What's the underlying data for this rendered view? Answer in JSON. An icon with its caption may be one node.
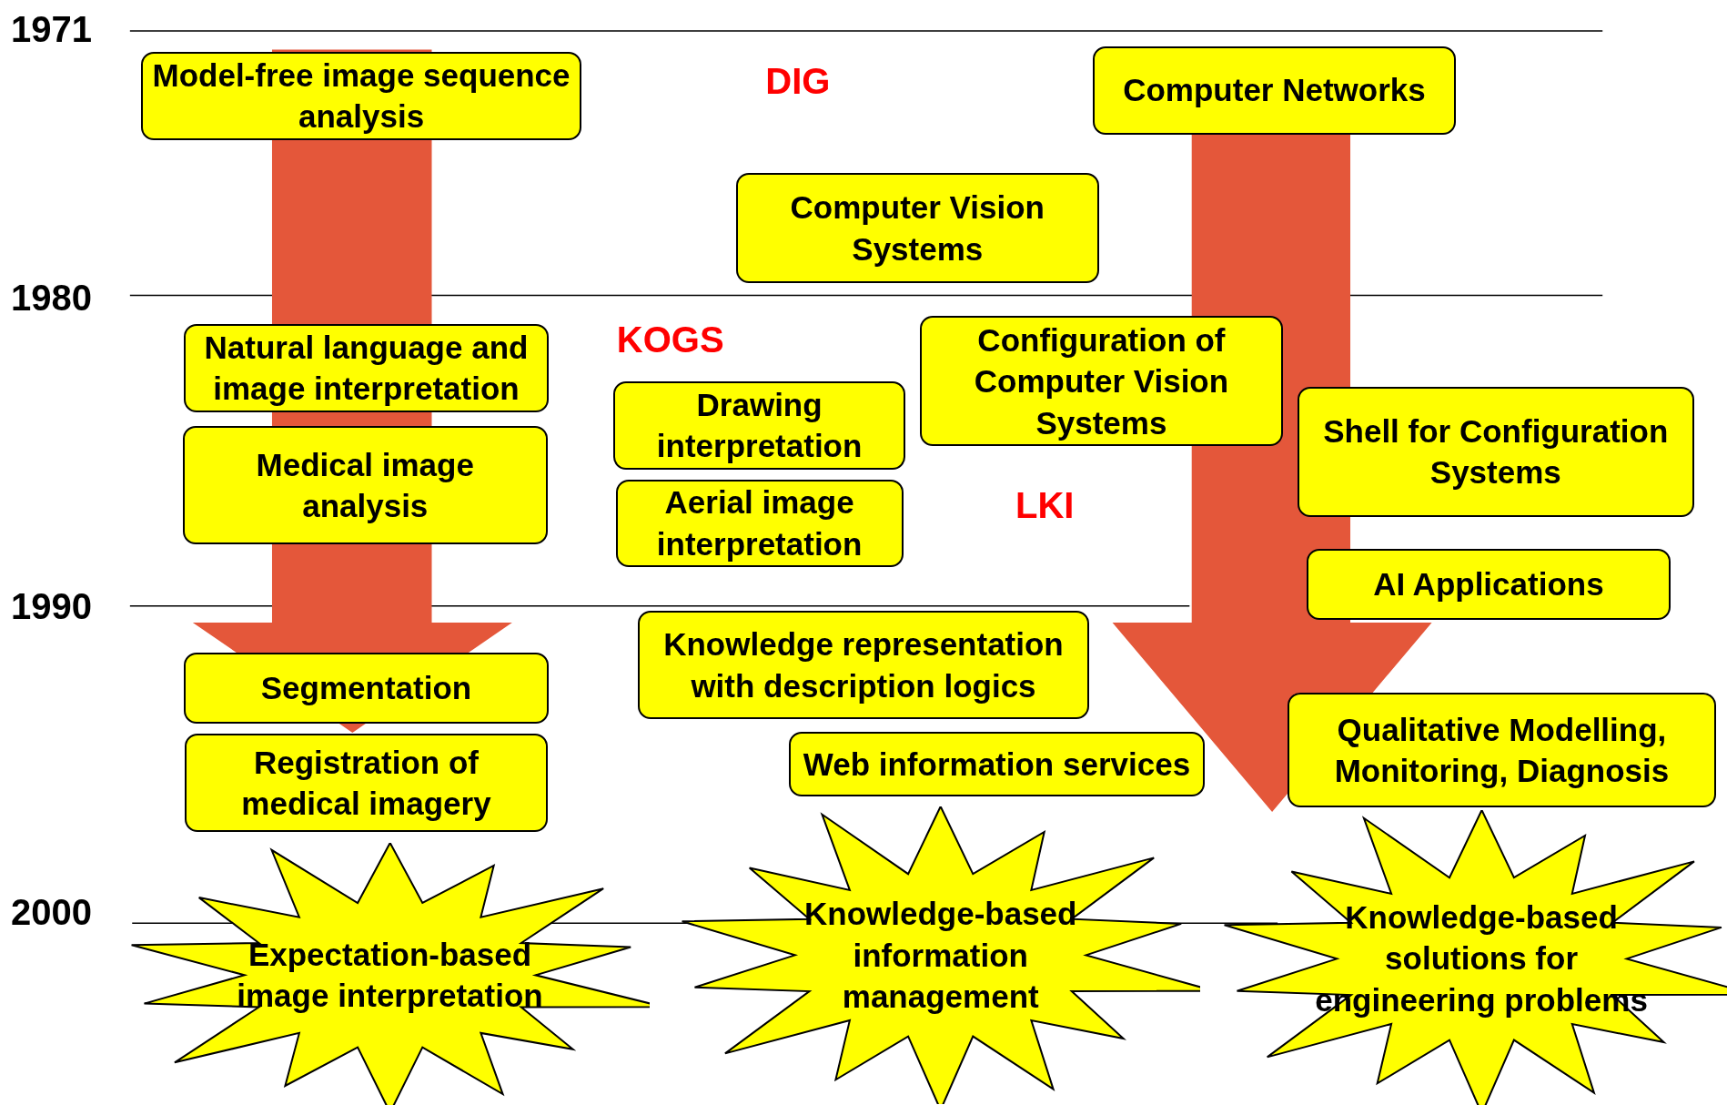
{
  "diagram": {
    "nodes": [
      {
        "text": [
          "Model-free image sequence analysis"
        ]
      },
      {
        "text": [
          "Computer Networks"
        ]
      },
      {
        "text": [
          "Computer Vision Systems"
        ]
      },
      {
        "text": [
          "Natural language and image interpretation"
        ]
      },
      {
        "text": [
          "Configuration of Computer Vision Systems"
        ]
      },
      {
        "text": [
          "Drawing interpretation"
        ]
      },
      {
        "text": [
          "Shell for Configuration Systems"
        ]
      },
      {
        "text": [
          "Medical image analysis"
        ]
      },
      {
        "text": [
          "Aerial image interpretation"
        ]
      },
      {
        "text": [
          "AI Applications"
        ]
      },
      {
        "text": [
          "Segmentation"
        ]
      },
      {
        "text": [
          "Knowledge representation with description logics"
        ]
      },
      {
        "text": [
          "Registration of medical imagery"
        ]
      },
      {
        "text": [
          "Web information services"
        ]
      },
      {
        "text": [
          "Qualitative Modelling, Monitoring, Diagnosis"
        ]
      },
      {
        "text": [
          "Expectation-based image interpretation"
        ]
      },
      {
        "text": [
          "Knowledge-based information management"
        ]
      },
      {
        "text": [
          "Knowledge-based solutions for engineering problems"
        ]
      }
    ],
    "edges": [
      {
        "from": 0,
        "to": null,
        "arrow": "to",
        "style": "thick",
        "color": "#e4573a"
      },
      {
        "from": 1,
        "to": null,
        "arrow": "to",
        "style": "thick",
        "color": "#e4573a"
      }
    ],
    "labels": [
      "1971",
      "DIG",
      "1980",
      "KOGS",
      "LKI",
      "1990",
      "2000"
    ]
  }
}
